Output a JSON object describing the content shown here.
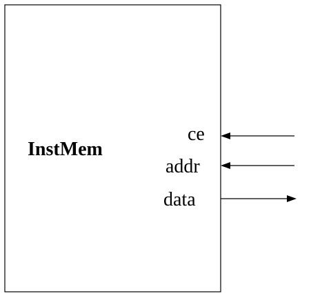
{
  "block": {
    "title": "InstMem"
  },
  "ports": [
    {
      "id": "ce",
      "label": "ce",
      "direction": "input"
    },
    {
      "id": "addr",
      "label": "addr",
      "direction": "input"
    },
    {
      "id": "data",
      "label": "data",
      "direction": "output"
    }
  ],
  "colors": {
    "stroke": "#000000",
    "background": "#ffffff"
  }
}
